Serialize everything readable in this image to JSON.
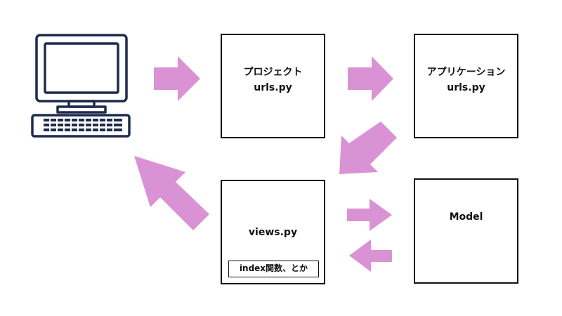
{
  "boxes": {
    "project_urls": {
      "line1": "プロジェクト",
      "line2": "urls.py"
    },
    "app_urls": {
      "line1": "アプリケーション",
      "line2": "urls.py"
    },
    "views": {
      "label": "views.py",
      "sub_label": "index関数、とか"
    },
    "model": {
      "label": "Model"
    }
  },
  "colors": {
    "arrow": "#d993d4",
    "computer": "#1e2b4d",
    "box_border": "#111111"
  },
  "icons": {
    "client": "desktop-computer-icon"
  }
}
